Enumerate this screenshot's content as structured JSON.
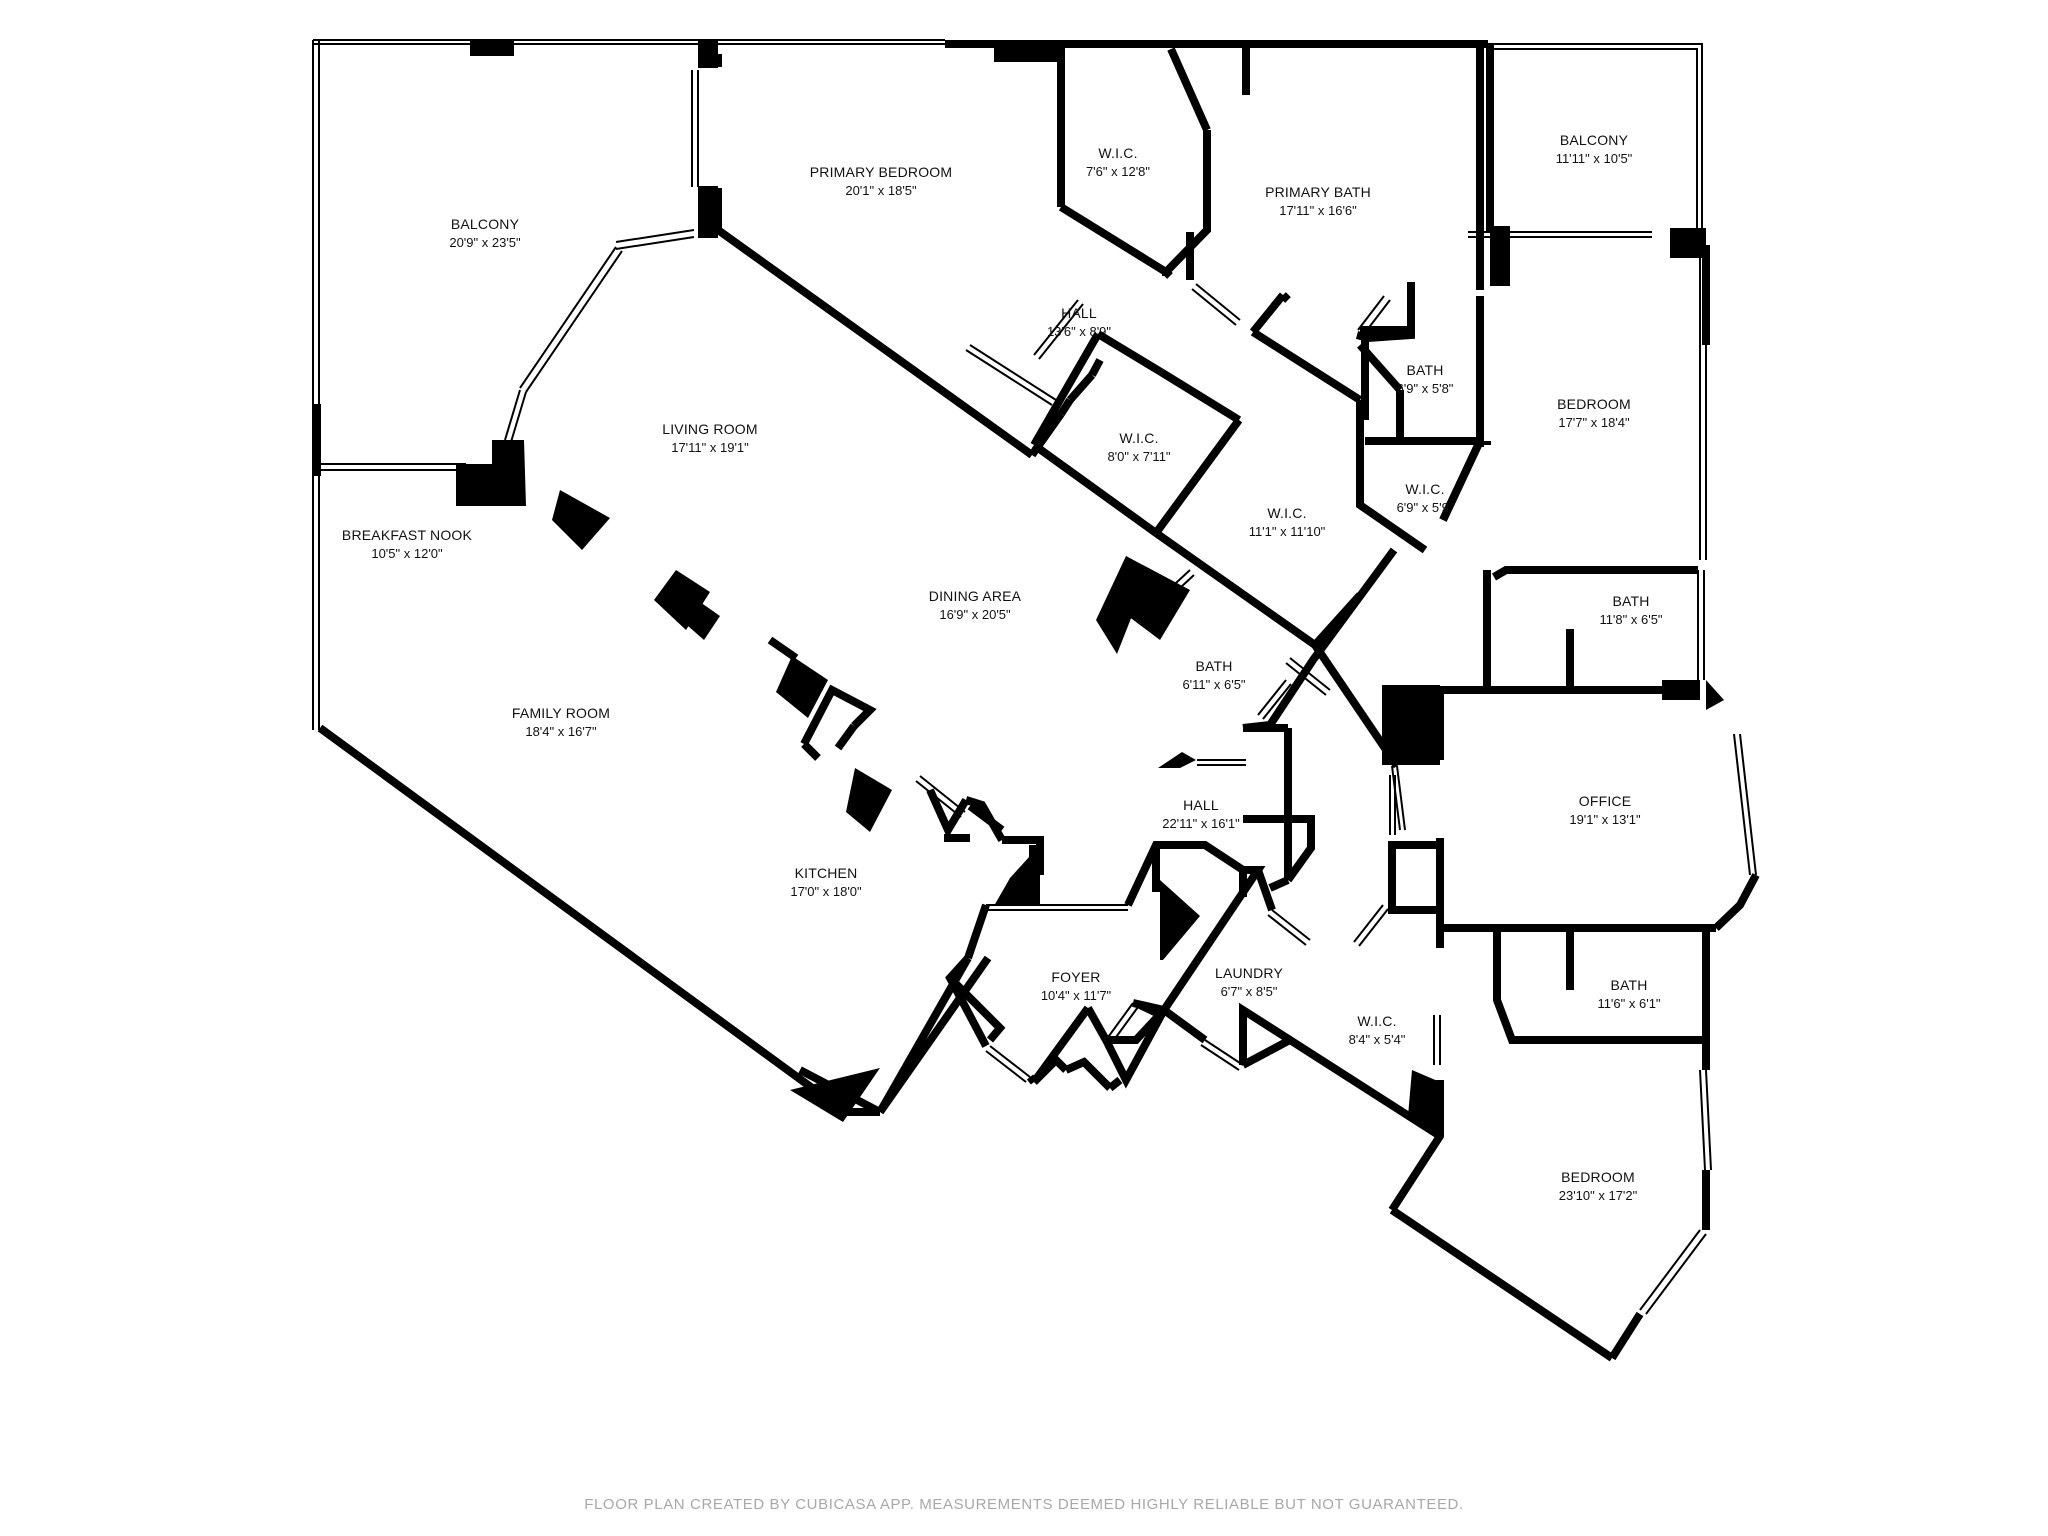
{
  "colors": {
    "wall": "#000000",
    "background": "#ffffff",
    "footer_text": "#a8a8a8"
  },
  "rooms": [
    {
      "id": "balcony_main",
      "name": "BALCONY",
      "dims": "20'9\" x 23'5\""
    },
    {
      "id": "primary_bedroom",
      "name": "PRIMARY BEDROOM",
      "dims": "20'1\" x 18'5\""
    },
    {
      "id": "wic_primary",
      "name": "W.I.C.",
      "dims": "7'6\" x 12'8\""
    },
    {
      "id": "primary_bath",
      "name": "PRIMARY BATH",
      "dims": "17'11\" x 16'6\""
    },
    {
      "id": "balcony_ne",
      "name": "BALCONY",
      "dims": "11'11\" x 10'5\""
    },
    {
      "id": "hall_upper",
      "name": "HALL",
      "dims": "13'6\" x 8'9\""
    },
    {
      "id": "living_room",
      "name": "LIVING ROOM",
      "dims": "17'11\" x 19'1\""
    },
    {
      "id": "wic_8x7",
      "name": "W.I.C.",
      "dims": "8'0\" x 7'11\""
    },
    {
      "id": "bath_6x5",
      "name": "BATH",
      "dims": "6'9\" x 5'8\""
    },
    {
      "id": "bedroom_ne",
      "name": "BEDROOM",
      "dims": "17'7\" x 18'4\""
    },
    {
      "id": "wic_6x5",
      "name": "W.I.C.",
      "dims": "6'9\" x 5'9\""
    },
    {
      "id": "wic_11x11",
      "name": "W.I.C.",
      "dims": "11'1\" x 11'10\""
    },
    {
      "id": "breakfast_nook",
      "name": "BREAKFAST NOOK",
      "dims": "10'5\" x 12'0\""
    },
    {
      "id": "dining_area",
      "name": "DINING AREA",
      "dims": "16'9\" x 20'5\""
    },
    {
      "id": "bath_11x6",
      "name": "BATH",
      "dims": "11'8\" x 6'5\""
    },
    {
      "id": "bath_center",
      "name": "BATH",
      "dims": "6'11\" x 6'5\""
    },
    {
      "id": "family_room",
      "name": "FAMILY ROOM",
      "dims": "18'4\" x 16'7\""
    },
    {
      "id": "office",
      "name": "OFFICE",
      "dims": "19'1\" x 13'1\""
    },
    {
      "id": "hall_lower",
      "name": "HALL",
      "dims": "22'11\" x 16'1\""
    },
    {
      "id": "kitchen",
      "name": "KITCHEN",
      "dims": "17'0\" x 18'0\""
    },
    {
      "id": "foyer",
      "name": "FOYER",
      "dims": "10'4\" x 11'7\""
    },
    {
      "id": "laundry",
      "name": "LAUNDRY",
      "dims": "6'7\" x 8'5\""
    },
    {
      "id": "bath_se",
      "name": "BATH",
      "dims": "11'6\" x 6'1\""
    },
    {
      "id": "wic_8x5",
      "name": "W.I.C.",
      "dims": "8'4\" x 5'4\""
    },
    {
      "id": "bedroom_se",
      "name": "BEDROOM",
      "dims": "23'10\" x 17'2\""
    }
  ],
  "footer": "FLOOR PLAN CREATED BY CUBICASA APP. MEASUREMENTS DEEMED HIGHLY RELIABLE BUT NOT GUARANTEED."
}
